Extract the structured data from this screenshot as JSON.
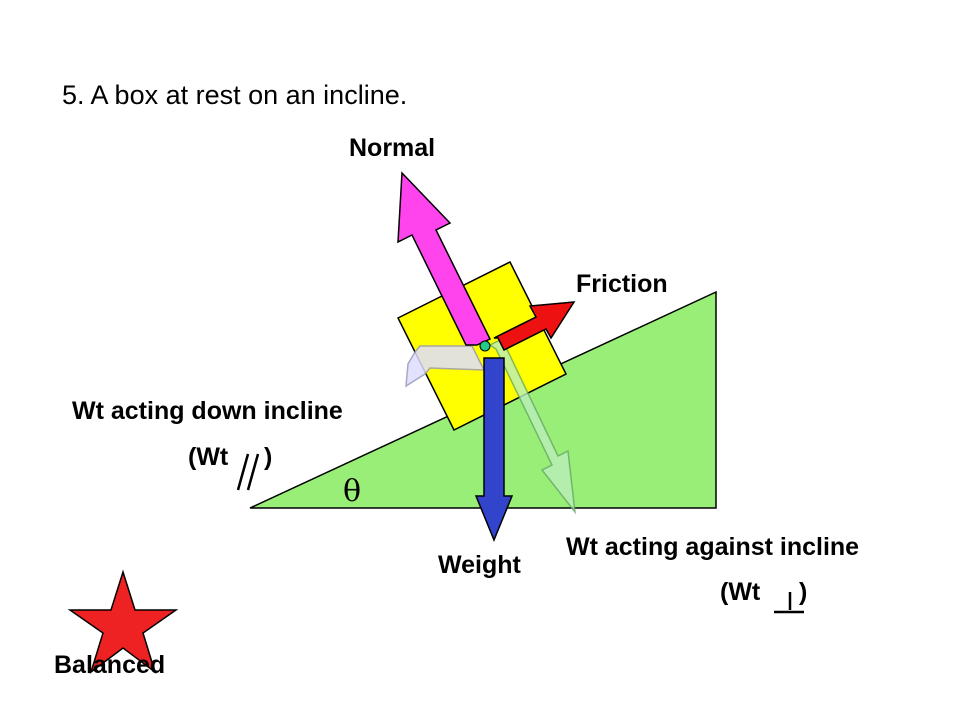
{
  "title": "5.  A box at rest on an incline.",
  "labels": {
    "normal": "Normal",
    "friction": "Friction",
    "weight": "Weight",
    "wt_down": "Wt acting down incline",
    "wt_down_sym_open": "(Wt",
    "wt_down_sym_close": ")",
    "wt_against": "Wt acting against incline",
    "wt_against_sym_open": "(Wt",
    "wt_against_sym_close": ")",
    "angle": "θ",
    "balanced": "Balanced"
  },
  "colors": {
    "incline": "#99ee77",
    "box": "#ffff00",
    "normal_arrow": "#ff44ee",
    "friction_arrow": "#ee1111",
    "weight_arrow": "#3344cc",
    "down_incline_arrow": "#ddddff",
    "against_incline_arrow": "#bbeebb",
    "star": "#ee2222",
    "center_dot": "#22cc88"
  },
  "icons": {
    "balanced": "star-icon"
  }
}
